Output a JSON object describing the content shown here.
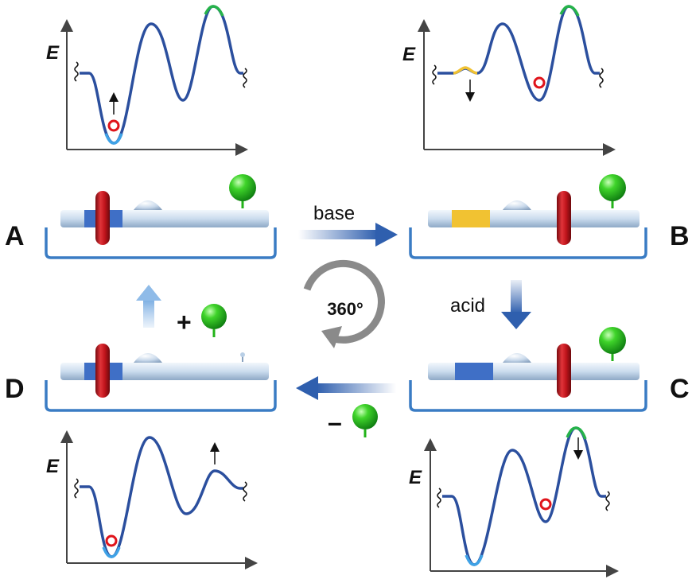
{
  "states": {
    "a": "A",
    "b": "B",
    "c": "C",
    "d": "D"
  },
  "energy_axis_label": "E",
  "steps": {
    "a_to_b": "base",
    "b_to_c": "acid",
    "c_to_d_sign": "–",
    "d_to_a_sign": "+"
  },
  "rotation_label": "360°",
  "colors": {
    "axle": "#cfe2f3",
    "loop": "#3a7cc4",
    "ring": "#c0141b",
    "station_blue": "#3f6fc6",
    "station_yellow": "#f1c232",
    "blocker_green": "#22b318",
    "energy_curve": "#2b4f9e",
    "minimum_highlight": "#3fa2e6",
    "barrier_highlight": "#26b34a",
    "arrow": "#2f5fae"
  }
}
